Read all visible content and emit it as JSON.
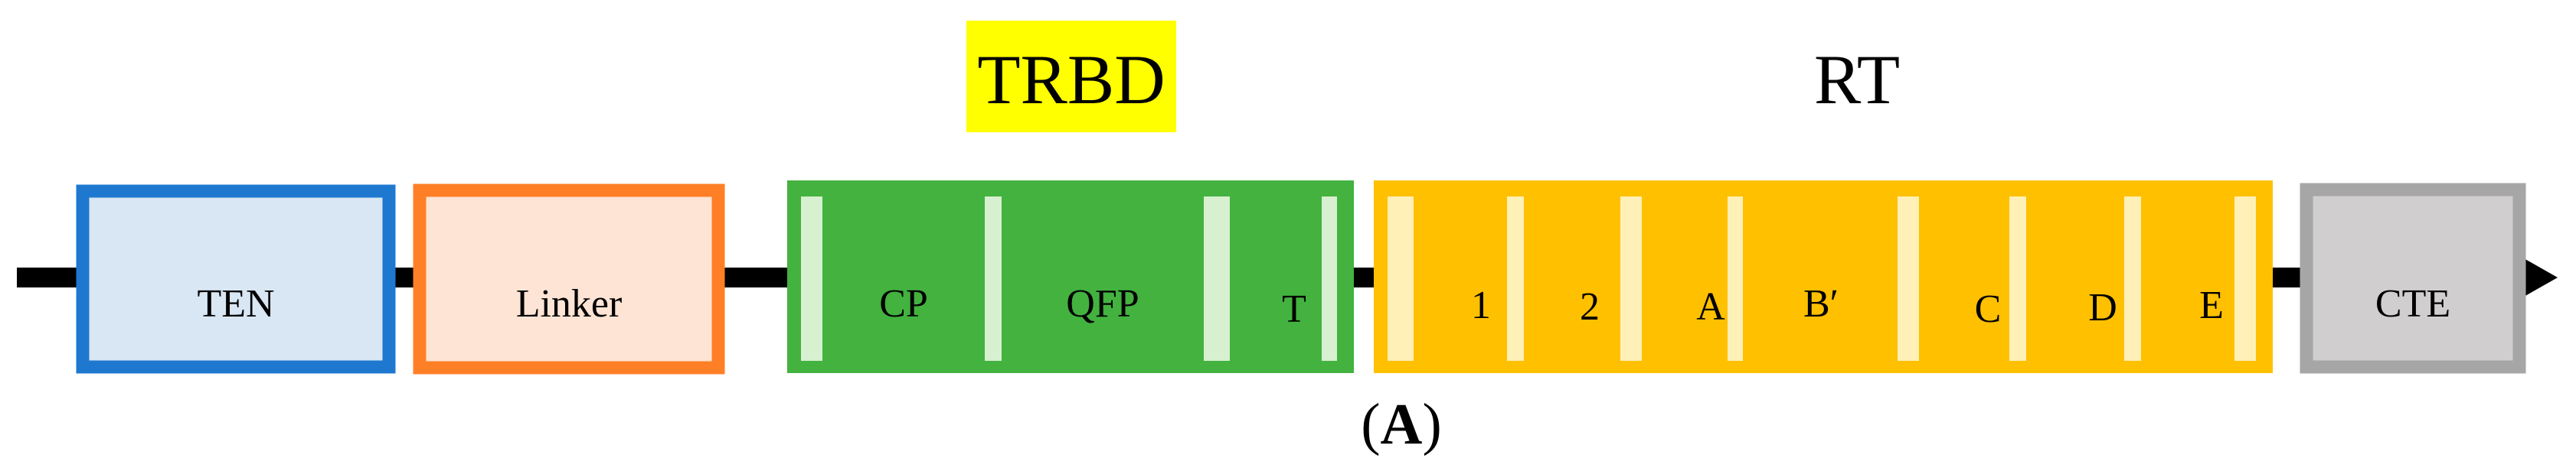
{
  "headings": {
    "trbd": "TRBD",
    "rt": "RT"
  },
  "domains": {
    "ten": "TEN",
    "linker": "Linker",
    "cte": "CTE"
  },
  "trbd_motifs": [
    "CP",
    "QFP",
    "T"
  ],
  "rt_motifs": [
    "1",
    "2",
    "A",
    "B′",
    "C",
    "D",
    "E"
  ],
  "caption": {
    "open": "(",
    "letter": "A",
    "close": ")"
  },
  "colors": {
    "ten_fill": "#d9e6f4",
    "ten_border": "#1f78d0",
    "linker_fill": "#fde4d4",
    "linker_border": "#ff7f27",
    "trbd_fill": "#43b23f",
    "trbd_bar": "#d6f0d0",
    "rt_fill": "#ffc000",
    "rt_bar": "#fff0b8",
    "cte_fill": "#d0cece",
    "cte_border": "#a6a6a6",
    "highlight": "#ffff00",
    "backbone": "#000000"
  }
}
